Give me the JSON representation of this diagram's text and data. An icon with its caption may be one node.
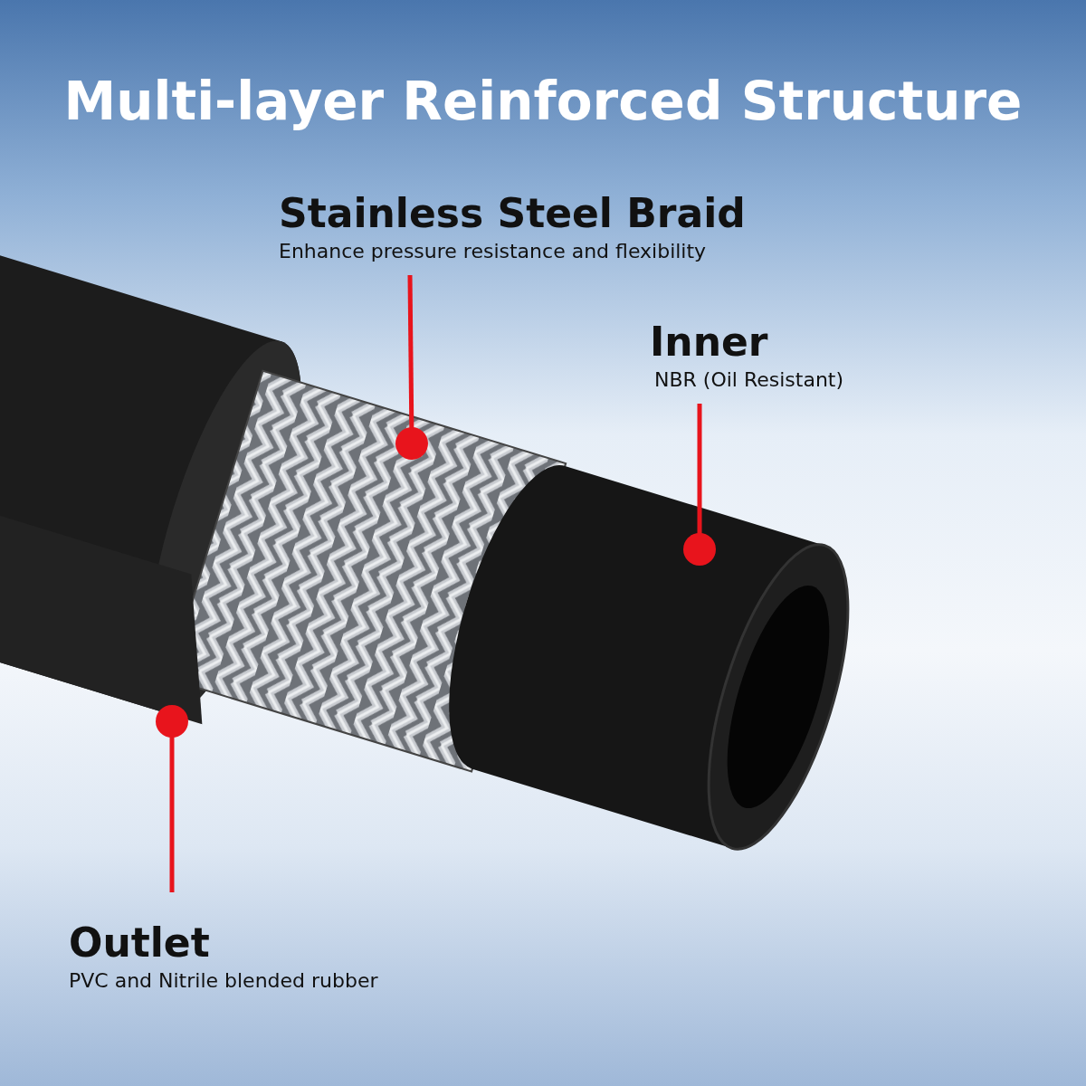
{
  "diagram": {
    "title": "Multi-layer Reinforced Structure",
    "nodes": [
      {
        "text": [
          "Stainless Steel Braid",
          "Enhance pressure resistance and flexibility"
        ]
      },
      {
        "text": [
          "Inner",
          "NBR (Oil Resistant)"
        ]
      },
      {
        "text": [
          "Outlet",
          "PVC and Nitrile blended rubber"
        ]
      }
    ],
    "edges": [
      {
        "from": 0,
        "to": null,
        "arrow": "other",
        "color": "#e8141c"
      },
      {
        "from": 1,
        "to": null,
        "arrow": "other",
        "color": "#e8141c"
      },
      {
        "from": 2,
        "to": null,
        "arrow": "other",
        "color": "#e8141c"
      }
    ]
  }
}
